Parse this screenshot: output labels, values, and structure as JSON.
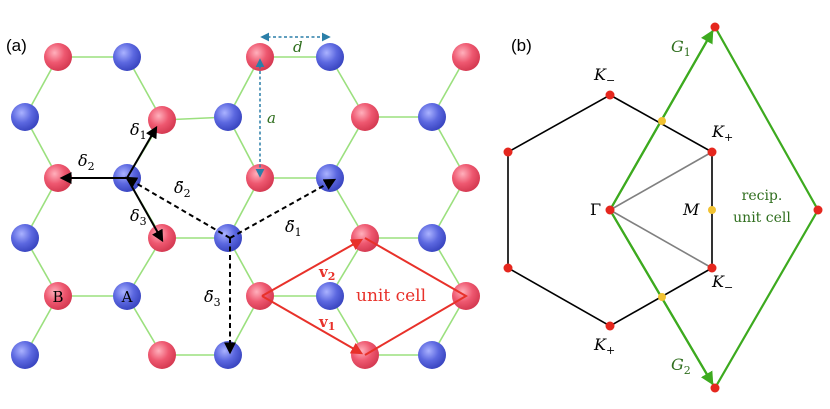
{
  "panel_a": {
    "label": "(a)",
    "distance_label": "d",
    "bond_length_label": "a",
    "delta1": "δ",
    "delta1_sub": "1",
    "delta2": "δ",
    "delta2_sub": "2",
    "delta3": "δ",
    "delta3_sub": "3",
    "delta_tilde1": "δ̃",
    "delta_tilde1_sub": "1",
    "delta_tilde2": "δ̃",
    "delta_tilde2_sub": "2",
    "delta_tilde3": "δ̃",
    "delta_tilde3_sub": "3",
    "site_A": "A",
    "site_B": "B",
    "v1": "v",
    "v1_sub": "1",
    "v2": "v",
    "v2_sub": "2",
    "unit_cell": "unit cell"
  },
  "panel_b": {
    "label": "(b)",
    "K_minus_top": "K",
    "K_minus_top_sub": "−",
    "K_plus_right": "K",
    "K_plus_right_sub": "+",
    "Gamma": "Γ",
    "M": "M",
    "K_minus_right": "K",
    "K_minus_right_sub": "−",
    "K_plus_bottom": "K",
    "K_plus_bottom_sub": "+",
    "G1": "G",
    "G1_sub": "1",
    "G2": "G",
    "G2_sub": "2",
    "recip_line1": "recip.",
    "recip_line2": "unit cell"
  },
  "colors": {
    "site_A": "#4f5bd5",
    "site_B": "#e94a62",
    "bond": "#9be07e",
    "vector_red": "#e8312a",
    "green": "#3daa1f",
    "dim_blue": "#2b7fa8",
    "text_green": "#2f6e1e",
    "bz_point_red": "#e5271e",
    "bz_point_yellow": "#f1c232"
  }
}
